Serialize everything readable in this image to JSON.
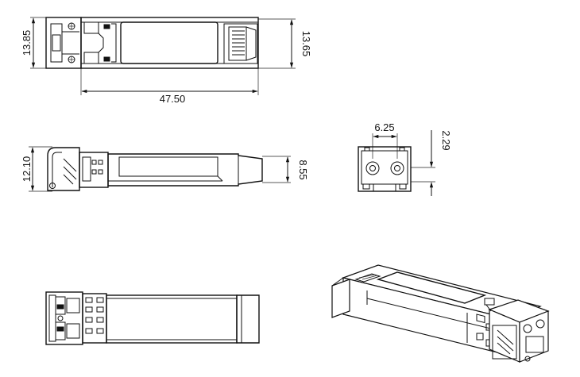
{
  "dimensions": {
    "top_left_height": "13.85",
    "top_right_height": "13.65",
    "top_length": "47.50",
    "side_left_height": "12.10",
    "side_right_height": "8.55",
    "end_pitch": "6.25",
    "end_offset": "2.29"
  }
}
